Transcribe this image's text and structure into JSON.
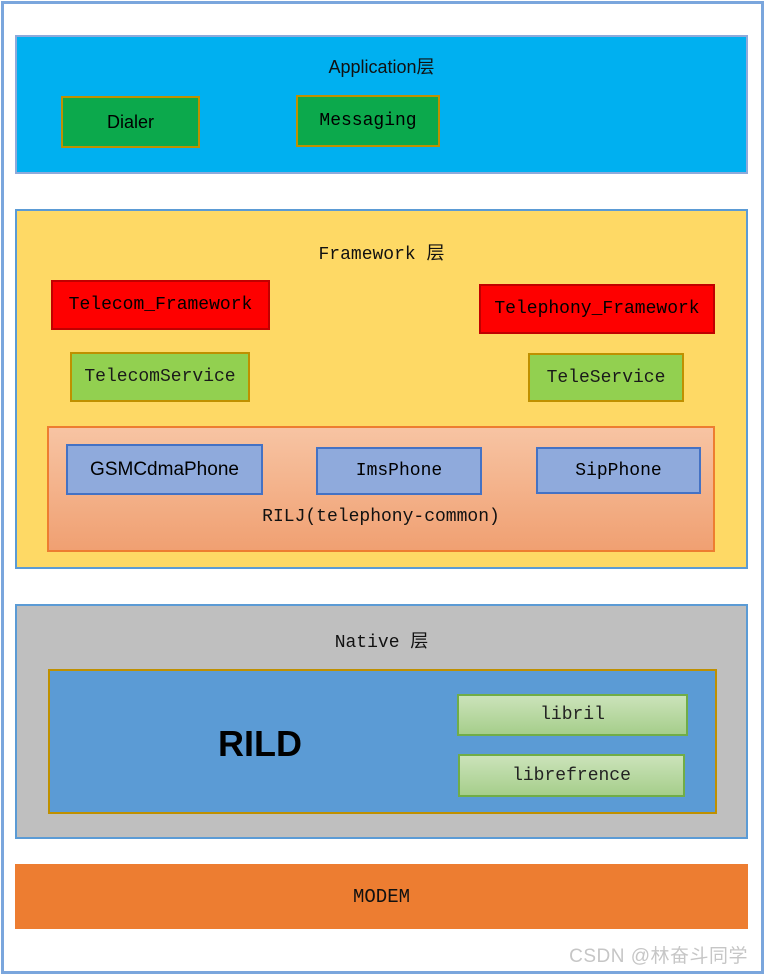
{
  "page": {
    "watermark": "CSDN @林奋斗同学",
    "frame_color": "#7aa6dd",
    "background": "#ffffff"
  },
  "layers": {
    "application": {
      "title": "Application层",
      "bg_color": "#00b0f0",
      "items": {
        "dialer": "Dialer",
        "messaging": "Messaging"
      },
      "item_bg_color": "#0ca94c"
    },
    "framework": {
      "title": "Framework 层",
      "bg_color": "#fed965",
      "telecom_framework": "Telecom_Framework",
      "telephony_framework": "Telephony_Framework",
      "framework_box_color": "#fe0000",
      "telecom_service": "TelecomService",
      "tele_service": "TeleService",
      "service_box_color": "#92d050",
      "ril_group": {
        "bg_color": "#f3b08a",
        "border_color": "#ed7d31",
        "gsm_cdma_phone": "GSMCdmaPhone",
        "ims_phone": "ImsPhone",
        "sip_phone": "SipPhone",
        "phone_box_color": "#8faadc",
        "rilj_label": "RILJ(telephony-common)"
      }
    },
    "native": {
      "title": "Native 层",
      "bg_color": "#bfbfbf",
      "rild_box_color": "#5b9bd5",
      "rild": "RILD",
      "libril": "libril",
      "librefrence": "librefrence",
      "lib_box_color": "#a6ce8b"
    },
    "modem": {
      "title": "MODEM",
      "bg_color": "#ed7d31"
    }
  }
}
